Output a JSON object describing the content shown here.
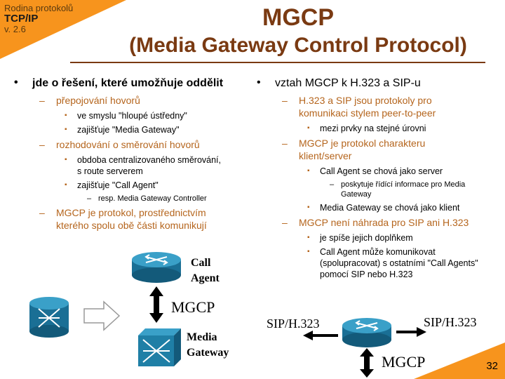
{
  "corner": {
    "series": "Rodina protokolů",
    "course": "TCP/IP",
    "version": "v. 2.6"
  },
  "title": {
    "line1": "MGCP",
    "line2": "(Media Gateway Control Protocol)"
  },
  "left": {
    "item1": "jde o řešení, které umožňuje oddělit",
    "sub1": "přepojování hovorů",
    "sub1a": "ve smyslu \"hloupé ústředny\"",
    "sub1b": "zajišťuje \"Media Gateway\"",
    "sub2": "rozhodování o směrování hovorů",
    "sub2a1": "obdoba centralizovaného směrování,",
    "sub2a2": "s route serverem",
    "sub2b": "zajišťuje \"Call Agent\"",
    "sub2b1": "resp. Media Gateway Controller",
    "sub3a": "MGCP je protokol, prostřednictvím",
    "sub3b": "kterého spolu obě části komunikují"
  },
  "right": {
    "item1": "vztah MGCP k H.323 a SIP-u",
    "sub1a": "H.323 a SIP jsou protokoly pro",
    "sub1b": "komunikaci stylem peer-to-peer",
    "sub1c": "mezi prvky na stejné úrovni",
    "sub2a": "MGCP je protokol charakteru",
    "sub2b": "klient/server",
    "sub2c": "Call Agent se chová jako server",
    "sub2c1a": "poskytuje řídící informace pro Media",
    "sub2c1b": "Gateway",
    "sub2d": "Media Gateway se chová jako klient",
    "sub3": "MGCP není náhrada pro SIP ani H.323",
    "sub3a": "je spíše jejich doplňkem",
    "sub3b1": "Call Agent může komunikovat",
    "sub3b2": "(spolupracovat) s ostatními \"Call Agents\"",
    "sub3b3": "pomocí SIP nebo H.323"
  },
  "diagram_left": {
    "call": "Call",
    "agent": "Agent",
    "mgcp": "MGCP",
    "media": "Media",
    "gateway": "Gateway"
  },
  "diagram_right": {
    "sip_left": "SIP/H.323",
    "sip_right": "SIP/H.323",
    "mgcp": "MGCP"
  },
  "page_number": "32",
  "colors": {
    "accent": "#F7941D",
    "title": "#7a3a12",
    "sub": "#B5651D",
    "device": "#1f7fa6"
  }
}
